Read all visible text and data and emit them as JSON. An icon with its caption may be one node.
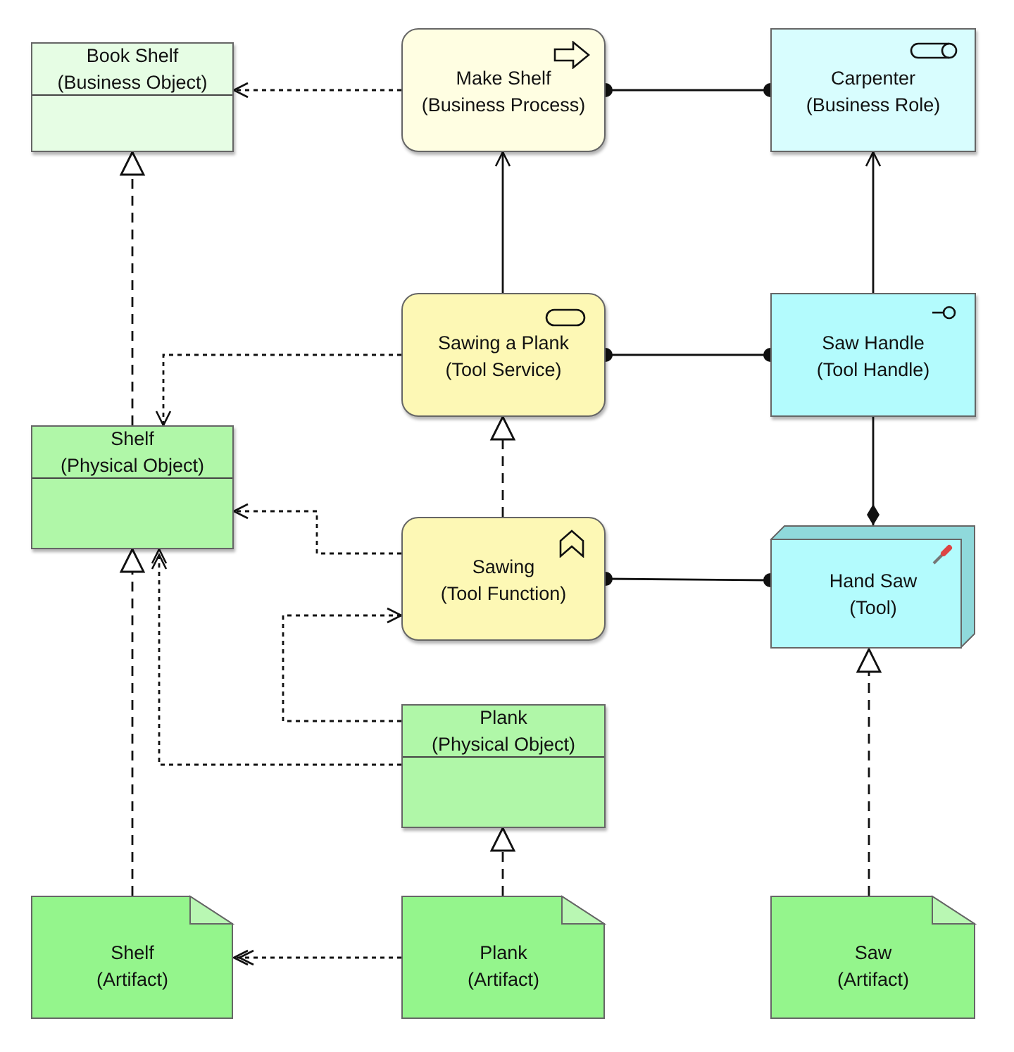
{
  "diagram": {
    "nodes": [
      {
        "text": [
          "Book Shelf",
          "(Business Object)"
        ]
      },
      {
        "text": [
          "Make Shelf",
          "(Business Process)"
        ]
      },
      {
        "text": [
          "Carpenter",
          "(Business Role)"
        ]
      },
      {
        "text": [
          "Sawing a Plank",
          "(Tool Service)"
        ]
      },
      {
        "text": [
          "Saw Handle",
          "(Tool Handle)"
        ]
      },
      {
        "text": [
          "Shelf",
          "(Physical Object)"
        ]
      },
      {
        "text": [
          "Sawing",
          "(Tool Function)"
        ]
      },
      {
        "text": [
          "Hand Saw",
          "(Tool)"
        ]
      },
      {
        "text": [
          "Plank",
          "(Physical Object)"
        ]
      },
      {
        "text": [
          "Shelf",
          "(Artifact)"
        ]
      },
      {
        "text": [
          "Plank",
          "(Artifact)"
        ]
      },
      {
        "text": [
          "Saw",
          "(Artifact)"
        ]
      }
    ],
    "edges": [
      {
        "from": 1,
        "to": 0,
        "arrow": "to",
        "style": "dashed"
      },
      {
        "from": 1,
        "to": 2,
        "arrow": "other"
      },
      {
        "from": 3,
        "to": 1,
        "arrow": "to"
      },
      {
        "from": 4,
        "to": 2,
        "arrow": "to"
      },
      {
        "from": 3,
        "to": 5,
        "arrow": "to",
        "style": "dashed"
      },
      {
        "from": 3,
        "to": 4,
        "arrow": "other"
      },
      {
        "from": 5,
        "to": 0,
        "arrow": "to",
        "style": "dashed"
      },
      {
        "from": 6,
        "to": 3,
        "arrow": "to",
        "style": "dashed"
      },
      {
        "from": 6,
        "to": 5,
        "arrow": "to",
        "style": "dashed"
      },
      {
        "from": 6,
        "to": 7,
        "arrow": "other"
      },
      {
        "from": 7,
        "to": 4,
        "arrow": "other"
      },
      {
        "from": 8,
        "to": 6,
        "arrow": "to",
        "style": "dashed"
      },
      {
        "from": 8,
        "to": 5,
        "arrow": "to",
        "style": "dashed"
      },
      {
        "from": 9,
        "to": 5,
        "arrow": "to",
        "style": "dashed"
      },
      {
        "from": 10,
        "to": 8,
        "arrow": "to",
        "style": "dashed"
      },
      {
        "from": 10,
        "to": 9,
        "arrow": "to",
        "style": "dashed"
      },
      {
        "from": 11,
        "to": 7,
        "arrow": "to",
        "style": "dashed"
      }
    ]
  }
}
